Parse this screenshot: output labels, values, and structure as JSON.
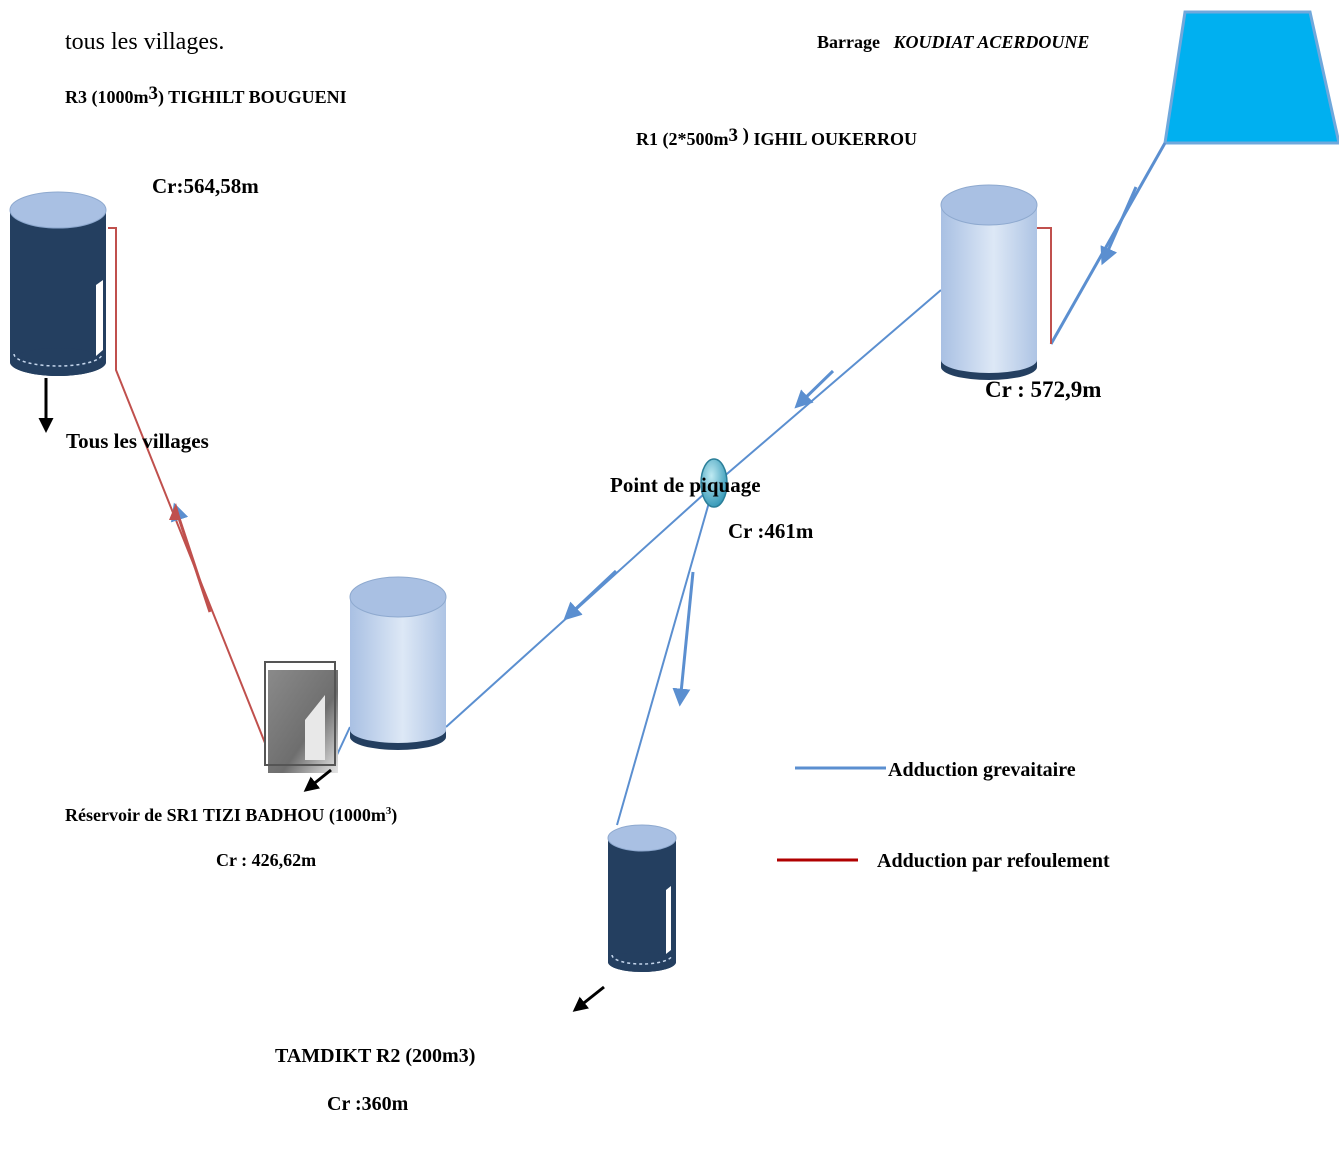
{
  "header": {
    "intro_text": "tous les villages."
  },
  "dam": {
    "label_prefix": "Barrage",
    "label_name": "KOUDIAT ACERDOUNE"
  },
  "reservoirs": {
    "r3": {
      "label_pre": "R3 (1000m",
      "label_sup": "3",
      "label_post": ") TIGHILT BOUGUENI",
      "cote": "Cr:564,58m",
      "note": "Tous les villages"
    },
    "r1": {
      "label_pre": "R1 (2*500m",
      "label_sup": "3 )",
      "label_post": " IGHIL OUKERROU",
      "cote": "Cr : 572,9m"
    },
    "sr1": {
      "label_pre": "Réservoir de  SR1 TIZI BADHOU (1000m",
      "label_sup": "3",
      "label_post": ")",
      "cote": "Cr : 426,62m"
    },
    "r2": {
      "label": "TAMDIKT R2 (200m3)",
      "cote": "Cr :360m"
    }
  },
  "junction": {
    "label": "Point de piquage",
    "cote": "Cr :461m"
  },
  "legend": {
    "gravity": "Adduction grevaitaire",
    "pumping": "Adduction par refoulement"
  },
  "colors": {
    "gravity_line": "#5b8fd0",
    "pumping_line": "#c0504d",
    "dam_fill": "#00b0f0",
    "dam_stroke": "#6fa8dc",
    "tank_dark": "#243f60",
    "tank_light": "#c5d6ec",
    "legend_red": "#b00000"
  }
}
